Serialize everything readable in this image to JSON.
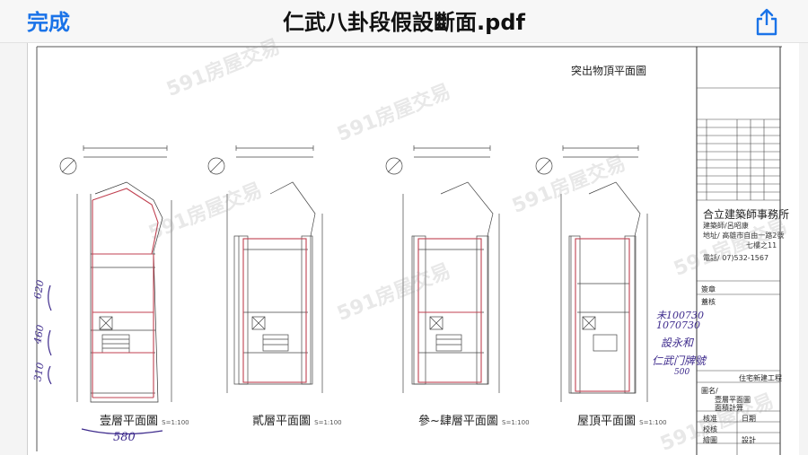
{
  "toolbar": {
    "done_label": "完成",
    "title": "仁武八卦段假設斷面.pdf"
  },
  "drawing": {
    "top_title": "突出物頂平面圖",
    "plans": [
      {
        "label": "壹層平面圖",
        "scale": "S=1:100"
      },
      {
        "label": "貳層平面圖",
        "scale": "S=1:100"
      },
      {
        "label": "參~肆層平面圖",
        "scale": "S=1:100"
      },
      {
        "label": "屋頂平面圖",
        "scale": "S=1:100"
      }
    ],
    "firm_name": "合立建築師事務所",
    "firm_lines": [
      "建築師/呂昭康",
      "地址/ 高雄市自由一路2號",
      "七樓之11",
      "電話/ 07)532-1567"
    ],
    "project_name": "住宅新建工程",
    "title_block": {
      "sign_label": "簽章",
      "seal_label": "蓋核",
      "drawing_name_label": "圖名/",
      "drawing_name_1": "壹層平面圖",
      "drawing_name_2": "面積計算",
      "check_label": "核准",
      "date_label": "日期",
      "review_label": "校核",
      "draw_label": "繪圖",
      "design_label": "設計"
    },
    "handwriting": {
      "h620": "620",
      "h460": "460",
      "h310": "310",
      "h580": "580",
      "note1": "未100730",
      "note2": "1070730",
      "note3": "設永和",
      "note4": "仁武门牌號",
      "note5": "500"
    },
    "watermark": "591房屋交易"
  }
}
